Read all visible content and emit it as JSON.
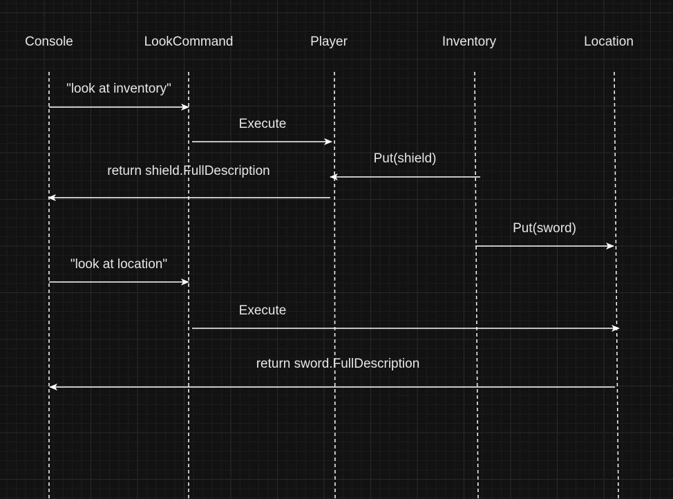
{
  "participants": [
    {
      "id": "console",
      "label": "Console"
    },
    {
      "id": "lookcommand",
      "label": "LookCommand"
    },
    {
      "id": "player",
      "label": "Player"
    },
    {
      "id": "inventory",
      "label": "Inventory"
    },
    {
      "id": "location",
      "label": "Location"
    }
  ],
  "messages": [
    {
      "from": "console",
      "to": "lookcommand",
      "label": "\"look at inventory\""
    },
    {
      "from": "lookcommand",
      "to": "player",
      "label": "Execute"
    },
    {
      "from": "inventory",
      "to": "player",
      "label": "Put(shield)"
    },
    {
      "from": "player",
      "to": "console",
      "label": "return shield.FullDescription"
    },
    {
      "from": "inventory",
      "to": "location",
      "label": "Put(sword)"
    },
    {
      "from": "console",
      "to": "lookcommand",
      "label": "\"look at location\""
    },
    {
      "from": "lookcommand",
      "to": "location",
      "label": "Execute"
    },
    {
      "from": "location",
      "to": "console",
      "label": "return sword.FullDescription"
    }
  ],
  "colors": {
    "background": "#121212",
    "line": "#ffffff",
    "text": "#e6e6e6"
  }
}
